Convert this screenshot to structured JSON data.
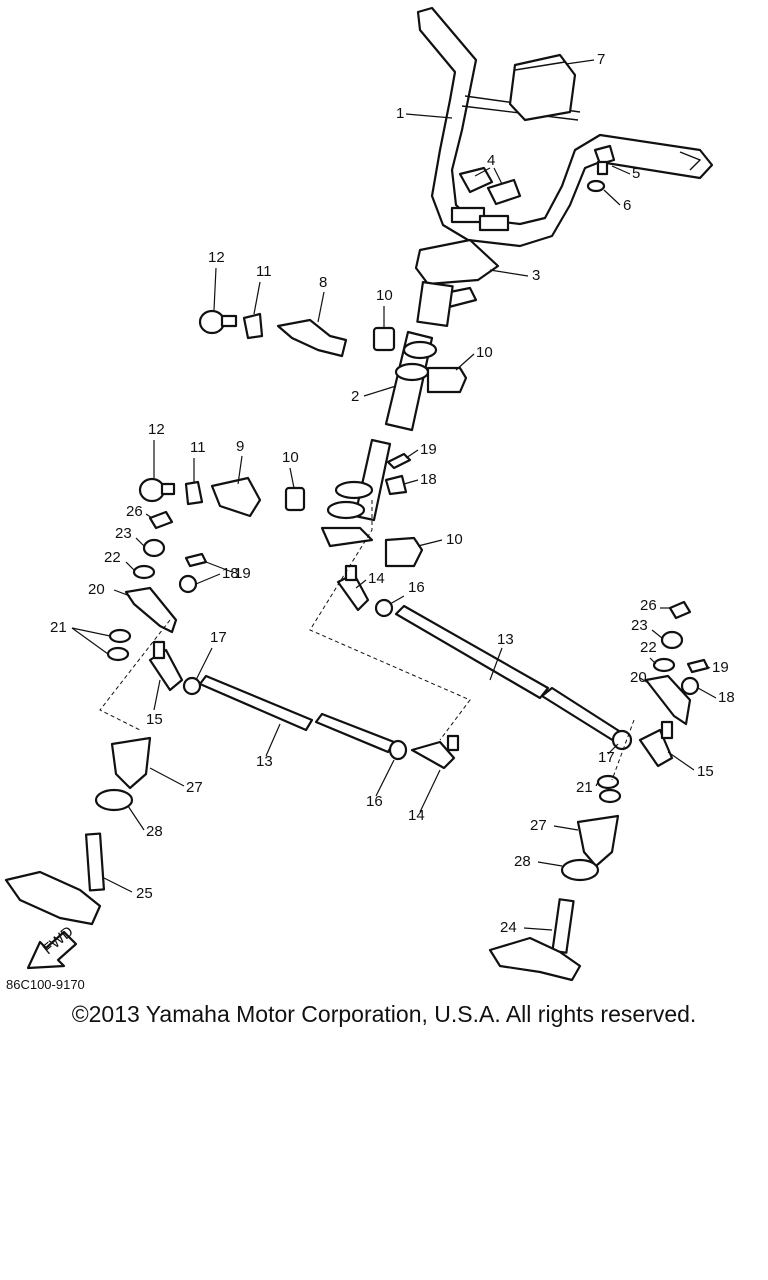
{
  "diagram": {
    "code": "86C100-9170",
    "fwd_label": "FWD",
    "copyright": "©2013 Yamaha Motor Corporation, U.S.A. All rights reserved.",
    "callouts": [
      "1",
      "2",
      "3",
      "4",
      "5",
      "6",
      "7",
      "8",
      "9",
      "10",
      "10",
      "10",
      "10",
      "11",
      "11",
      "12",
      "12",
      "13",
      "13",
      "14",
      "14",
      "15",
      "15",
      "16",
      "16",
      "17",
      "17",
      "18",
      "18",
      "18",
      "19",
      "19",
      "19",
      "20",
      "20",
      "21",
      "21",
      "22",
      "22",
      "23",
      "23",
      "24",
      "25",
      "26",
      "26",
      "27",
      "27",
      "28",
      "28"
    ]
  }
}
